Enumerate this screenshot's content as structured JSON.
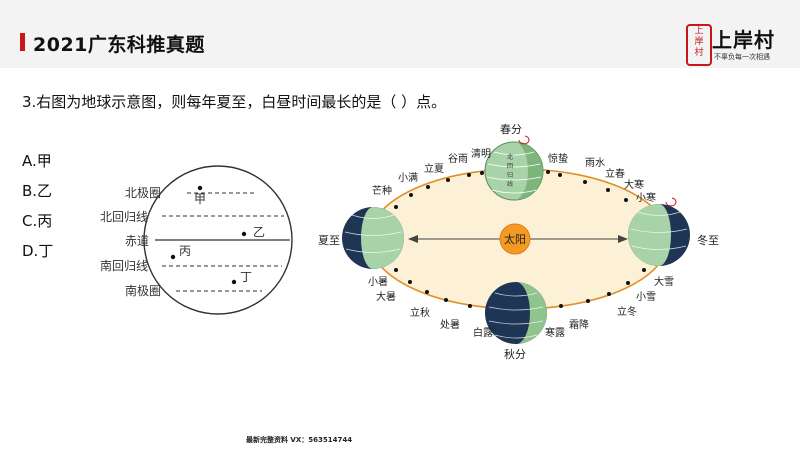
{
  "header": {
    "title": "2021广东科推真题"
  },
  "logo": {
    "seal_top": "上",
    "seal_mid": "岸",
    "seal_bottom": "村",
    "name": "上岸村",
    "slogan": "不辜负每一次相遇"
  },
  "question": {
    "text": "3.右图为地球示意图，则每年夏至，白昼时间最长的是（ ）点。"
  },
  "options": [
    "A.甲",
    "B.乙",
    "C.丙",
    "D.丁"
  ],
  "globe": {
    "lines": [
      "北极圈",
      "北回归线",
      "赤道",
      "南回归线",
      "南极圈"
    ],
    "points": [
      "甲",
      "乙",
      "丙",
      "丁"
    ]
  },
  "orbit": {
    "sun": "太阳",
    "seasons": {
      "spring": "春分",
      "summer": "夏至",
      "autumn": "秋分",
      "winter": "冬至"
    },
    "terms": [
      "谷雨",
      "清明",
      "惊蛰",
      "雨水",
      "立夏",
      "立春",
      "小满",
      "大寒",
      "芒种",
      "小寒",
      "小暑",
      "大雪",
      "大暑",
      "小雪",
      "立秋",
      "立冬",
      "处暑",
      "霜降",
      "白露",
      "寒露"
    ],
    "spring_globe_labels": [
      "北",
      "回",
      "归",
      "线"
    ]
  },
  "footer": {
    "text": "最新完整资料 VX：563514744"
  }
}
